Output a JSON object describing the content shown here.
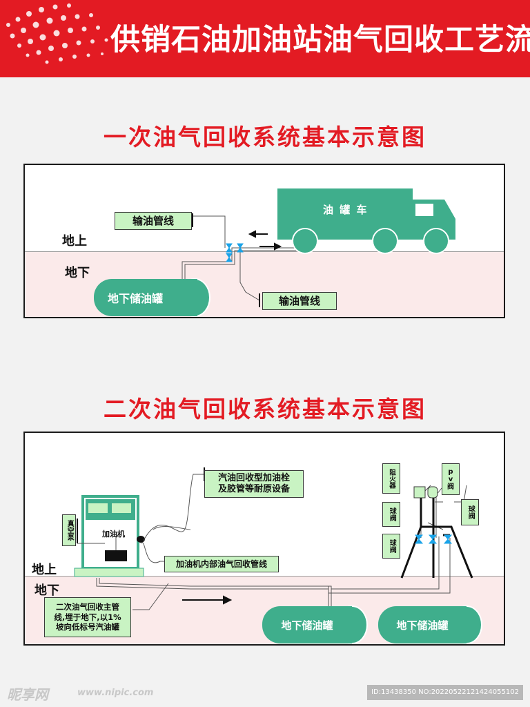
{
  "header": {
    "title": "供销石油加油站油气回收工艺流程图"
  },
  "section1": {
    "title": "一次油气回收系统基本示意图",
    "above_label": "地上",
    "below_label": "地下",
    "pipe_label_top": "输油管线",
    "pipe_label_bottom": "输油管线",
    "truck_label": "油 罐 车",
    "tank_label": "地下储油罐"
  },
  "section2": {
    "title": "二次油气回收系统基本示意图",
    "above_label": "地上",
    "below_label": "地下",
    "nozzle_label": "汽油回收型加油栓\n及胶管等耐原设备",
    "internal_pipe_label": "加油机内部油气回收管线",
    "vacuum_pump_label": "真空泵",
    "dispenser_label": "加油机",
    "main_pipe_label": "二次油气回收主管\n线,埋于地下,以1%\n坡向低标号汽油罐",
    "tank1_label": "地下储油罐",
    "tank2_label": "地下储油罐",
    "flame_arrester_label": "阻火器",
    "pv_valve_label": "p\nv\n阀",
    "ball_valve_left_label": "球阀",
    "ball_valve_left2_label": "球阀",
    "ball_valve_right_label": "球阀"
  },
  "watermark": {
    "brand": "昵享网",
    "site": "www.nipic.com",
    "id_text": "ID:13438350 NO:20220522121424055102"
  },
  "colors": {
    "banner_red": "#e31b23",
    "tank_green": "#3fae8c",
    "label_green": "#c9f3c3",
    "ground_pink": "#fbeaea",
    "valve_blue": "#1aa3e8"
  }
}
